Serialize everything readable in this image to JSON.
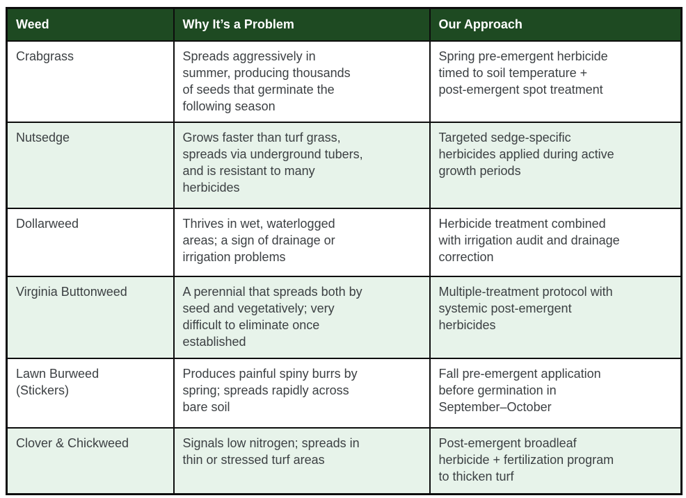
{
  "colors": {
    "header_bg": "#1e4a22",
    "header_text": "#ffffff",
    "row_alt_bg": "#e7f3ea",
    "row_bg": "#ffffff",
    "border": "#0d0d0d",
    "body_text": "#3c4043"
  },
  "table": {
    "columns": [
      {
        "label": "Weed"
      },
      {
        "label": "Why It’s a Problem"
      },
      {
        "label": "Our Approach"
      }
    ],
    "rows": [
      {
        "weed": "Crabgrass",
        "problem": "Spreads aggressively in\nsummer, producing thousands\nof seeds that germinate the\nfollowing season",
        "approach": "Spring pre-emergent herbicide\ntimed to soil temperature +\npost-emergent spot treatment"
      },
      {
        "weed": "Nutsedge",
        "problem": "Grows faster than turf grass,\nspreads via underground tubers,\nand is resistant to many\nherbicides",
        "approach": "Targeted sedge-specific\nherbicides applied during active\ngrowth periods"
      },
      {
        "weed": "Dollarweed",
        "problem": "Thrives in wet, waterlogged\nareas; a sign of drainage or\nirrigation problems",
        "approach": "Herbicide treatment combined\nwith irrigation audit and drainage\ncorrection"
      },
      {
        "weed": "Virginia Buttonweed",
        "problem": "A perennial that spreads both by\nseed and vegetatively; very\ndifficult to eliminate once\nestablished",
        "approach": "Multiple-treatment protocol with\nsystemic post-emergent\nherbicides"
      },
      {
        "weed": "Lawn Burweed\n(Stickers)",
        "problem": "Produces painful spiny burrs by\nspring; spreads rapidly across\nbare soil",
        "approach": "Fall pre-emergent application\nbefore germination in\nSeptember–October"
      },
      {
        "weed": "Clover & Chickweed",
        "problem": "Signals low nitrogen; spreads in\nthin or stressed turf areas",
        "approach": "Post-emergent broadleaf\nherbicide + fertilization program\nto thicken turf"
      }
    ]
  }
}
